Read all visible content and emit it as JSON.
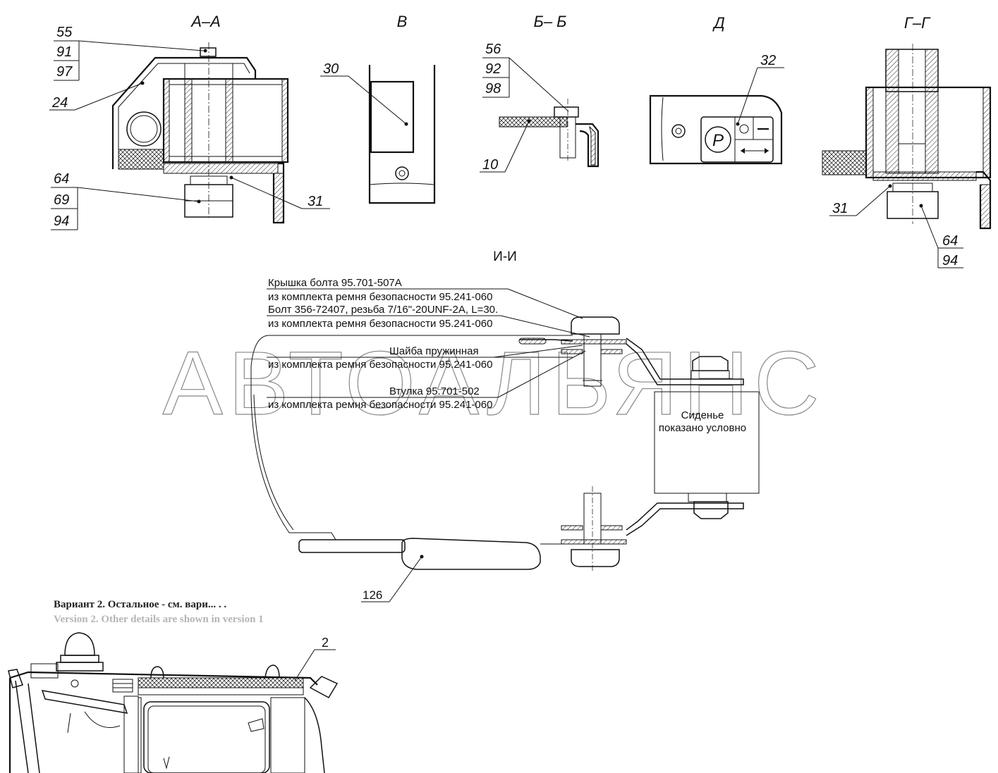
{
  "sections": {
    "aa": "А–А",
    "v": "В",
    "bb": "Б– Б",
    "d": "Д",
    "gg": "Г–Г",
    "ii": "И-И"
  },
  "callouts": {
    "aa_stack": [
      "55",
      "91",
      "97"
    ],
    "aa_24": "24",
    "aa_bottom_stack": [
      "64",
      "69",
      "94"
    ],
    "aa_31": "31",
    "v_30": "30",
    "bb_stack": [
      "56",
      "92",
      "98"
    ],
    "bb_10": "10",
    "d_32": "32",
    "gg_31": "31",
    "gg_stack": [
      "64",
      "94"
    ],
    "ii_126": "126",
    "variant_2": "2"
  },
  "notes": {
    "bolt_cap_line1": "Крышка болта  95.701-507А",
    "bolt_cap_line2": "из комплекта ремня безопасности 95.241-060",
    "bolt_line1": "Болт  356-72407, резьба 7/16\"-20UNF-2A, L=30.",
    "bolt_line2": "из комплекта ремня безопасности 95.241-060",
    "washer_line1": "Шайба пружинная",
    "washer_line2": "из комплекта ремня безопасности 95.241-060",
    "sleeve_line1": "Втулка  95.701-502",
    "sleeve_line2": "из комплекта ремня безопасности 95.241-060",
    "seat_line1": "Сиденье",
    "seat_line2": "показано условно"
  },
  "watermark": "АВТОАЛЬЯНС",
  "variant": {
    "ru": "Вариант 2. Остальное - см. вари... . .",
    "en": "Version 2. Other details are shown in version 1"
  },
  "colors": {
    "ink": "#111111",
    "watermark": "#8a8a8a",
    "english_note": "#b5b5b5"
  }
}
